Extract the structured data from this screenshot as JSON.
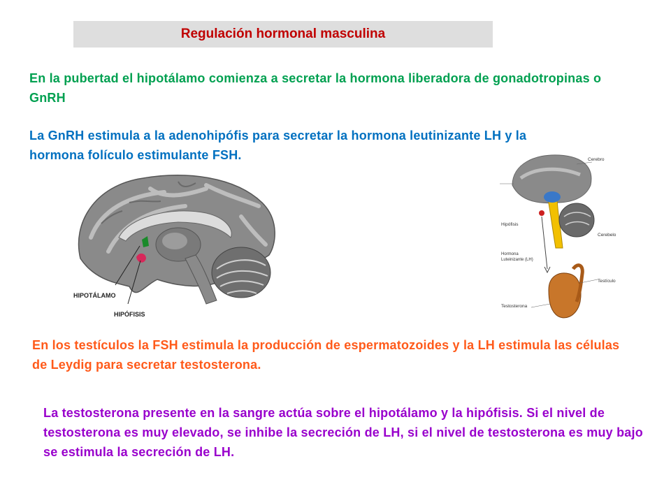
{
  "title": "Regulación hormonal masculina",
  "paragraphs": {
    "p1": "En la pubertad el hipotálamo comienza a secretar la hormona liberadora de gonadotropinas o GnRH",
    "p2": "La GnRH estimula a la adenohipófis para secretar la hormona leutinizante LH  y la hormona folículo estimulante FSH.",
    "p3": "En los testículos la FSH estimula la producción de espermatozoides y la LH estimula las células de Leydig para secretar testosterona.",
    "p4": "La testosterona presente en la sangre actúa sobre el hipotálamo y la hipófisis. Si el nivel de testosterona es muy elevado, se inhibe la secreción de LH, si el nivel de testosterona es muy bajo se estimula la secreción de LH."
  },
  "brain_figure": {
    "label_hypothalamus": "HIPOTÁLAMO",
    "label_pituitary": "HIPÓFISIS"
  },
  "axis_figure": {
    "label_brain": "Cerebro",
    "label_pituitary": "Hipófisis",
    "label_cerebellum": "Cerebelo",
    "label_hormone_line1": "Hormona",
    "label_hormone_line2": "Luteinizante  (LH)",
    "label_testicle": "Testículo",
    "label_testosterone": "Testosterona"
  },
  "colors": {
    "title": "#c00000",
    "p1": "#00a050",
    "p2": "#0070c0",
    "p3": "#ff5a1a",
    "p4": "#9900cc"
  }
}
